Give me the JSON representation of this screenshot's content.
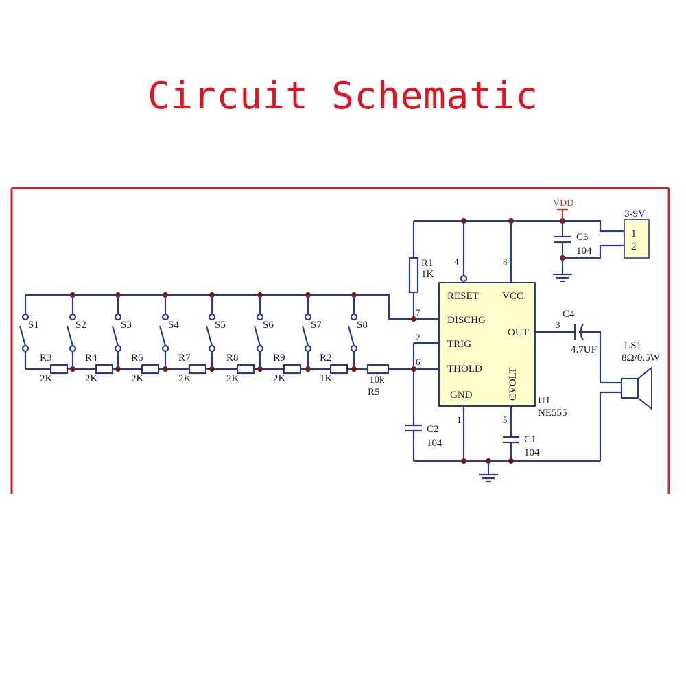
{
  "title": "Circuit Schematic",
  "accent_color": "#e8101c",
  "wire_color": "#2a3a8e",
  "chip": {
    "ref": "U1",
    "part": "NE555",
    "pins": [
      "RESET",
      "VCC",
      "DISCHG",
      "OUT",
      "TRIG",
      "THOLD",
      "GND",
      "CVOLT"
    ],
    "pin_numbers": [
      "4",
      "8",
      "7",
      "3",
      "2",
      "6",
      "1",
      "5"
    ]
  },
  "switches": [
    "S1",
    "S2",
    "S3",
    "S4",
    "S5",
    "S6",
    "S7",
    "S8"
  ],
  "ladder_resistors": [
    {
      "ref": "R3",
      "value": "2K"
    },
    {
      "ref": "R4",
      "value": "2K"
    },
    {
      "ref": "R6",
      "value": "2K"
    },
    {
      "ref": "R7",
      "value": "2K"
    },
    {
      "ref": "R8",
      "value": "2K"
    },
    {
      "ref": "R9",
      "value": "2K"
    },
    {
      "ref": "R2",
      "value": "1K"
    }
  ],
  "r5": {
    "value": "10k",
    "ref": "R5"
  },
  "r1": {
    "ref": "R1",
    "value": "1K"
  },
  "c1": {
    "ref": "C1",
    "value": "104"
  },
  "c2": {
    "ref": "C2",
    "value": "104"
  },
  "c3": {
    "ref": "C3",
    "value": "104"
  },
  "c4": {
    "ref": "C4",
    "value": "4.7UF"
  },
  "power": {
    "label": "VDD",
    "connector_label": "3-9V",
    "pin1": "1",
    "pin2": "2"
  },
  "speaker": {
    "ref": "LS1",
    "value": "8Ω/0.5W"
  }
}
